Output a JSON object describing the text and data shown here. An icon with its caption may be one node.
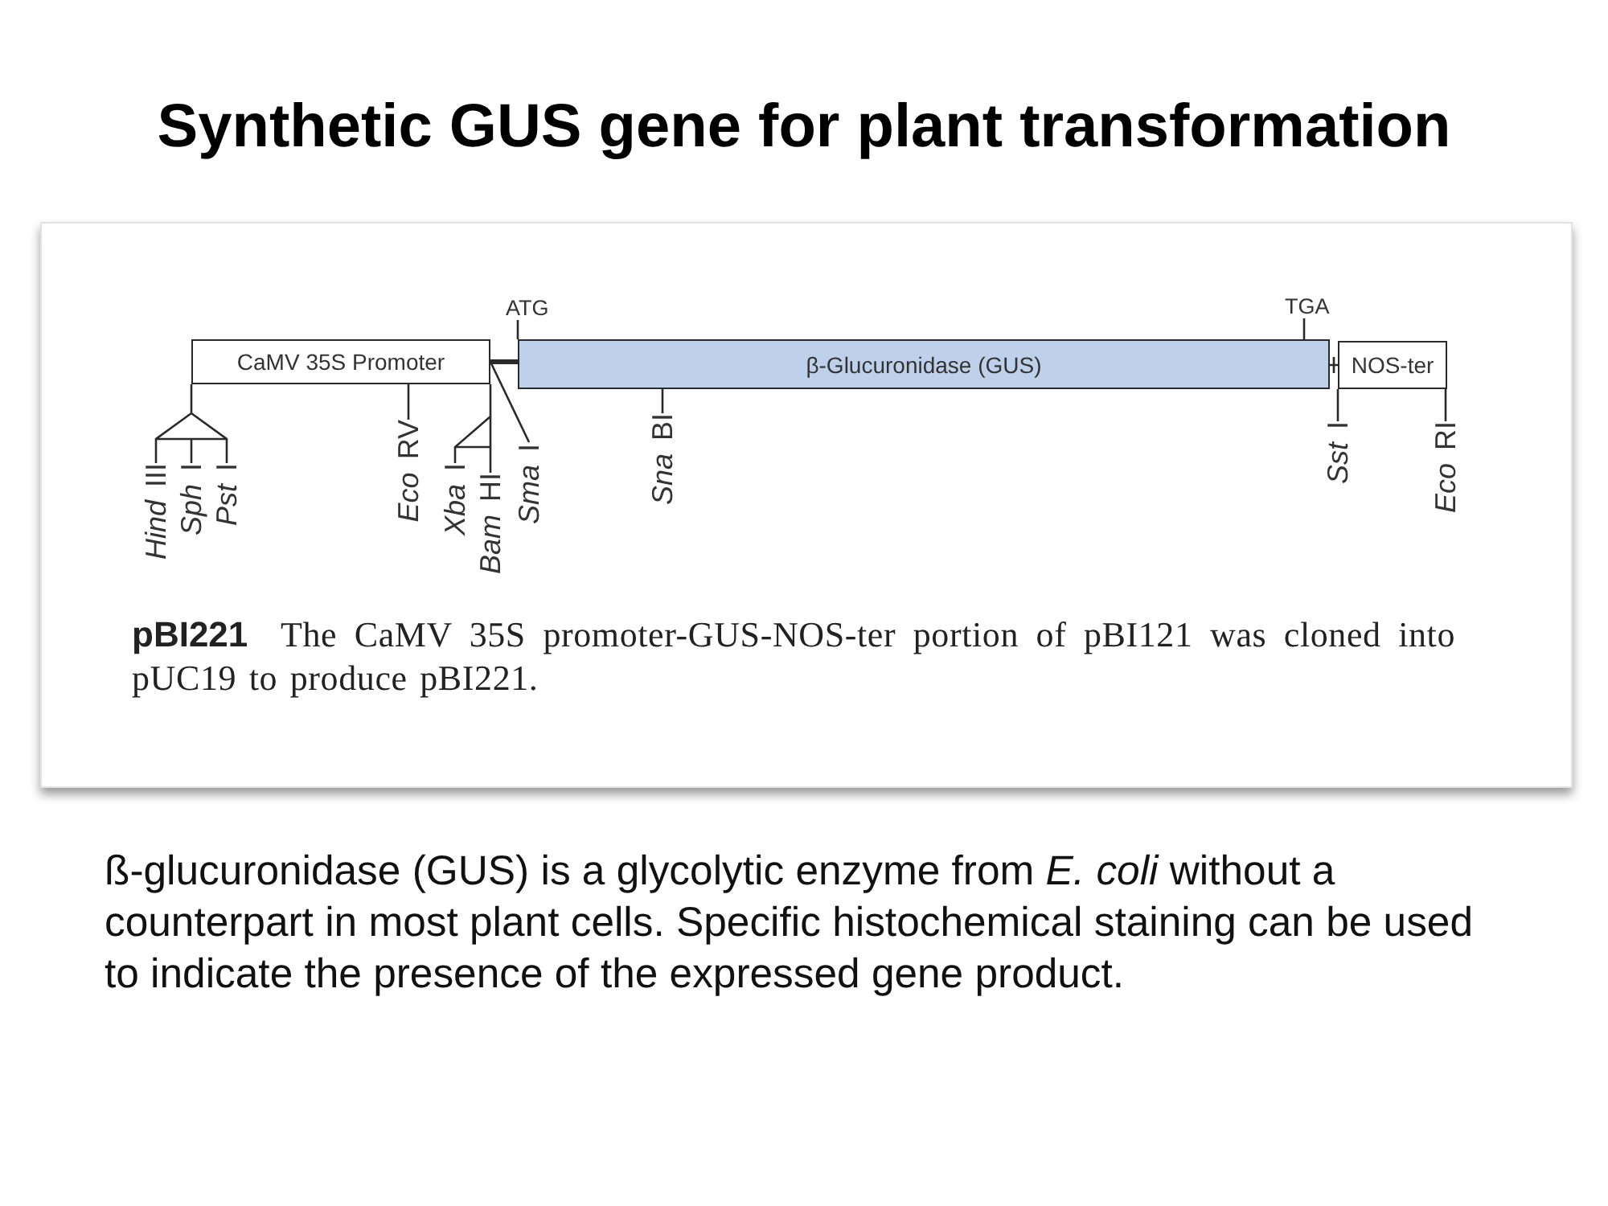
{
  "diagram": {
    "title": "Synthetic GUS gene for plant transformation",
    "caption": "**pBI221** The CaMV 35S promoter-GUS-NOS-ter portion of pBI121 was cloned into pUC19 to produce pBI221.",
    "nodes": [
      {
        "text": [
          "ATG"
        ]
      },
      {
        "text": [
          "TGA"
        ]
      },
      {
        "text": [
          "CaMV 35S Promoter"
        ]
      },
      {
        "text": [
          "β-Glucuronidase (GUS)"
        ]
      },
      {
        "text": [
          "NOS-ter"
        ]
      },
      {
        "text": [
          "*Hind* III"
        ]
      },
      {
        "text": [
          "*Sph* I"
        ]
      },
      {
        "text": [
          "*Pst* I"
        ]
      },
      {
        "text": [
          "*Eco* RV"
        ]
      },
      {
        "text": [
          "*Xba* I"
        ]
      },
      {
        "text": [
          "*Bam* HI"
        ]
      },
      {
        "text": [
          "*Sma* I"
        ]
      },
      {
        "text": [
          "*Sna* BI"
        ]
      },
      {
        "text": [
          "*Sst* I"
        ]
      },
      {
        "text": [
          "*Eco* RI"
        ]
      }
    ],
    "edges": [
      {
        "from": 2,
        "to": 3,
        "arrow": "none",
        "style": "thick"
      },
      {
        "from": 3,
        "to": 4,
        "arrow": "none"
      },
      {
        "from": 0,
        "to": 3,
        "arrow": "none"
      },
      {
        "from": 1,
        "to": 3,
        "arrow": "none"
      },
      {
        "from": 5,
        "to": 2,
        "arrow": "none"
      },
      {
        "from": 6,
        "to": 2,
        "arrow": "none"
      },
      {
        "from": 7,
        "to": 2,
        "arrow": "none"
      },
      {
        "from": 8,
        "to": 2,
        "arrow": "none"
      },
      {
        "from": 9,
        "to": 2,
        "arrow": "none"
      },
      {
        "from": 10,
        "to": 2,
        "arrow": "none"
      },
      {
        "from": 11,
        "to": 2,
        "arrow": "none"
      },
      {
        "from": 12,
        "to": 3,
        "arrow": "none"
      },
      {
        "from": 13,
        "to": 4,
        "arrow": "none"
      },
      {
        "from": 14,
        "to": 4,
        "arrow": "none"
      }
    ],
    "labels": [
      "ß-glucuronidase (GUS) is a glycolytic enzyme from *E. coli* without a counterpart in most plant cells. Specific histochemical staining can be used to indicate the presence of the expressed gene product."
    ]
  }
}
